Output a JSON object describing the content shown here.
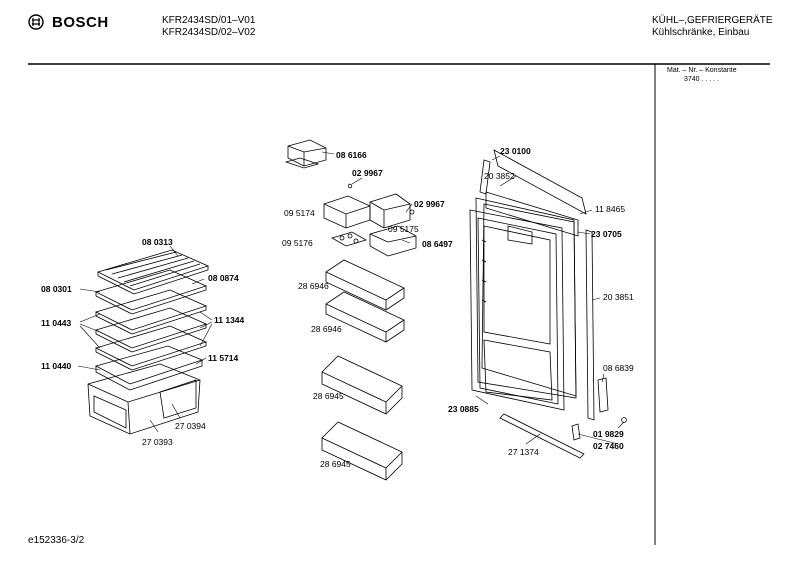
{
  "header": {
    "brand": "BOSCH",
    "models": [
      "KFR2434SD/01–V01",
      "KFR2434SD/02–V02"
    ],
    "category": "KÜHL–,GEFRIERGERÄTE",
    "subcategory": "Kühlschränke, Einbau"
  },
  "side_box": {
    "heading": "Mat. – Nr. – Konstante",
    "value": "3740  .  .  .  .  ."
  },
  "footer": {
    "doc_id": "e152336-3/2"
  },
  "parts": {
    "p086166": "08 6166",
    "p029967a": "02 9967",
    "p095174": "09 5174",
    "p029967b": "02 9967",
    "p095175": "09 5175",
    "p095176": "09 5176",
    "p086497": "08 6497",
    "p286946a": "28 6946",
    "p286946b": "28 6946",
    "p286945a": "28 6945",
    "p286945b": "28 6945",
    "p080313": "08 0313",
    "p080874": "08 0874",
    "p080301": "08 0301",
    "p110443": "11 0443",
    "p111344": "11 1344",
    "p110440": "11 0440",
    "p115714": "11 5714",
    "p270394": "27 0394",
    "p270393": "27 0393",
    "p230100": "23 0100",
    "p203852": "20 3852",
    "p118465": "11 8465",
    "p230705": "23 0705",
    "p203851": "20 3851",
    "p086839": "08 6839",
    "p230885": "23 0885",
    "p019829": "01 9829",
    "p027460": "02 7460",
    "p271374": "27 1374"
  }
}
